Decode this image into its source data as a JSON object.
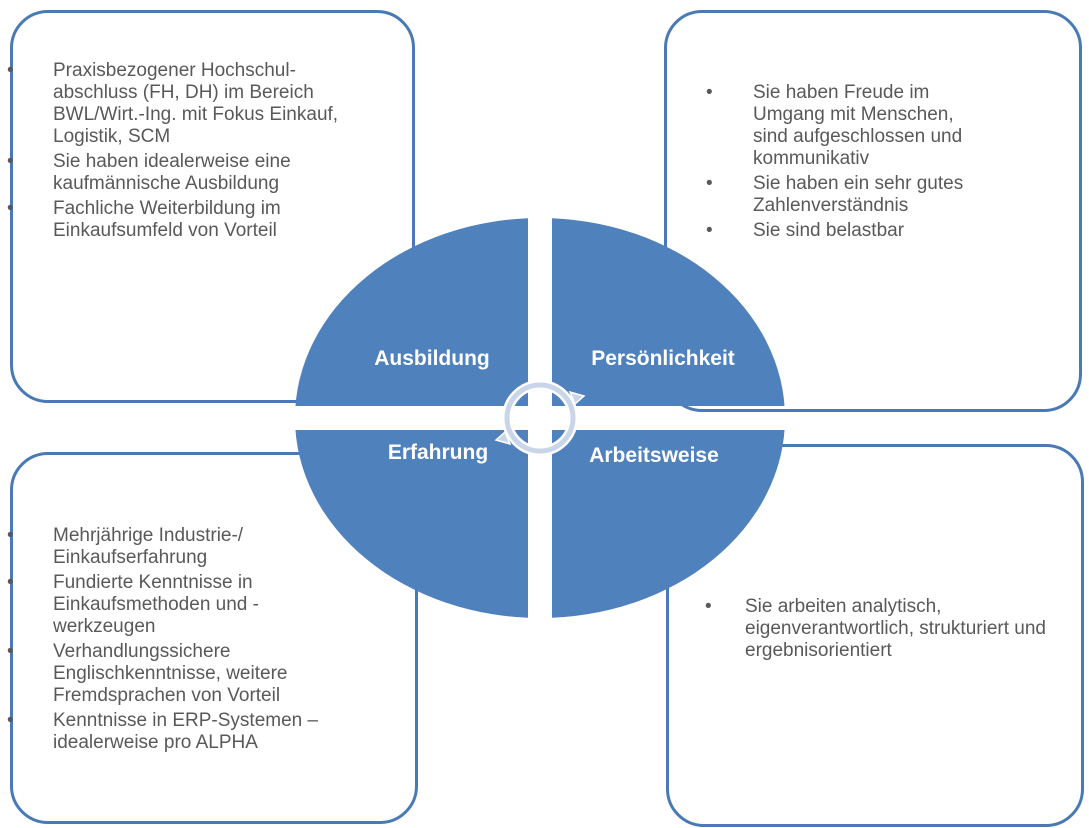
{
  "quadrants": {
    "top_left": "Ausbildung",
    "top_right": "Persönlichkeit",
    "bottom_left": "Erfahrung",
    "bottom_right": "Arbeitsweise"
  },
  "bullet": "•",
  "boxes": {
    "top_left": [
      "Praxisbezogener Hochschul-abschluss (FH, DH) im Bereich BWL/Wirt.-Ing. mit Fokus Einkauf, Logistik, SCM",
      "Sie haben idealerweise eine kaufmännische Ausbildung",
      "Fachliche Weiterbildung im Einkaufsumfeld von Vorteil"
    ],
    "top_right": [
      "Sie haben Freude im Umgang mit Menschen, sind aufgeschlossen und kommunikativ",
      "Sie haben ein sehr gutes Zahlenverständnis",
      "Sie sind belastbar"
    ],
    "bottom_left": [
      "Mehrjährige Industrie-/ Einkaufserfahrung",
      "Fundierte Kenntnisse in Einkaufsmethoden und -werkzeugen",
      "Verhandlungssichere Englischkenntnisse, weitere Fremdsprachen von Vorteil",
      "Kenntnisse in ERP-Systemen – idealerweise pro ALPHA"
    ],
    "bottom_right": [
      "Sie arbeiten analytisch, eigenverantwortlich, strukturiert und ergebnisorientiert"
    ]
  },
  "colors": {
    "quadrant_fill": "#4f81bd",
    "box_border": "#4a7ab5",
    "text": "#595959"
  }
}
